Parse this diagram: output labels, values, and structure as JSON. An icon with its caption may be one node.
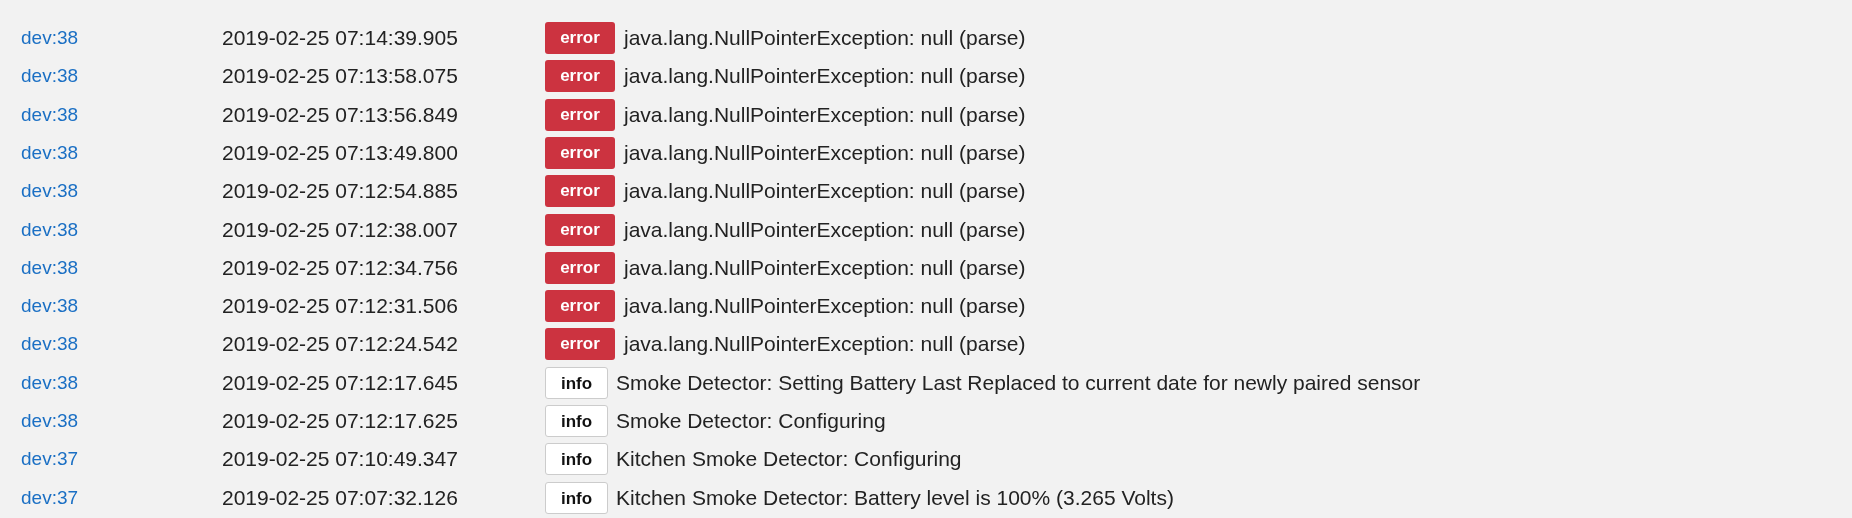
{
  "diagram": {
    "labels": [
      "dev:38",
      "2019-02-25 07:14:39.905",
      "error",
      "java.lang.NullPointerException: null (parse)",
      "dev:38",
      "2019-02-25 07:13:58.075",
      "error",
      "java.lang.NullPointerException: null (parse)",
      "dev:38",
      "2019-02-25 07:13:56.849",
      "error",
      "java.lang.NullPointerException: null (parse)",
      "dev:38",
      "2019-02-25 07:13:49.800",
      "error",
      "java.lang.NullPointerException: null (parse)",
      "dev:38",
      "2019-02-25 07:12:54.885",
      "error",
      "java.lang.NullPointerException: null (parse)",
      "dev:38",
      "2019-02-25 07:12:38.007",
      "error",
      "java.lang.NullPointerException: null (parse)",
      "dev:38",
      "2019-02-25 07:12:34.756",
      "error",
      "java.lang.NullPointerException: null (parse)",
      "dev:38",
      "2019-02-25 07:12:31.506",
      "error",
      "java.lang.NullPointerException: null (parse)",
      "dev:38",
      "2019-02-25 07:12:24.542",
      "error",
      "java.lang.NullPointerException: null (parse)",
      "dev:38",
      "2019-02-25 07:12:17.645",
      "info",
      "Smoke Detector: Setting Battery Last Replaced to current date for newly paired sensor",
      "dev:38",
      "2019-02-25 07:12:17.625",
      "info",
      "Smoke Detector: Configuring",
      "dev:37",
      "2019-02-25 07:10:49.347",
      "info",
      "Kitchen Smoke Detector: Configuring",
      "dev:37",
      "2019-02-25 07:07:32.126",
      "info",
      "Kitchen Smoke Detector: Battery level is 100% (3.265 Volts)"
    ]
  }
}
